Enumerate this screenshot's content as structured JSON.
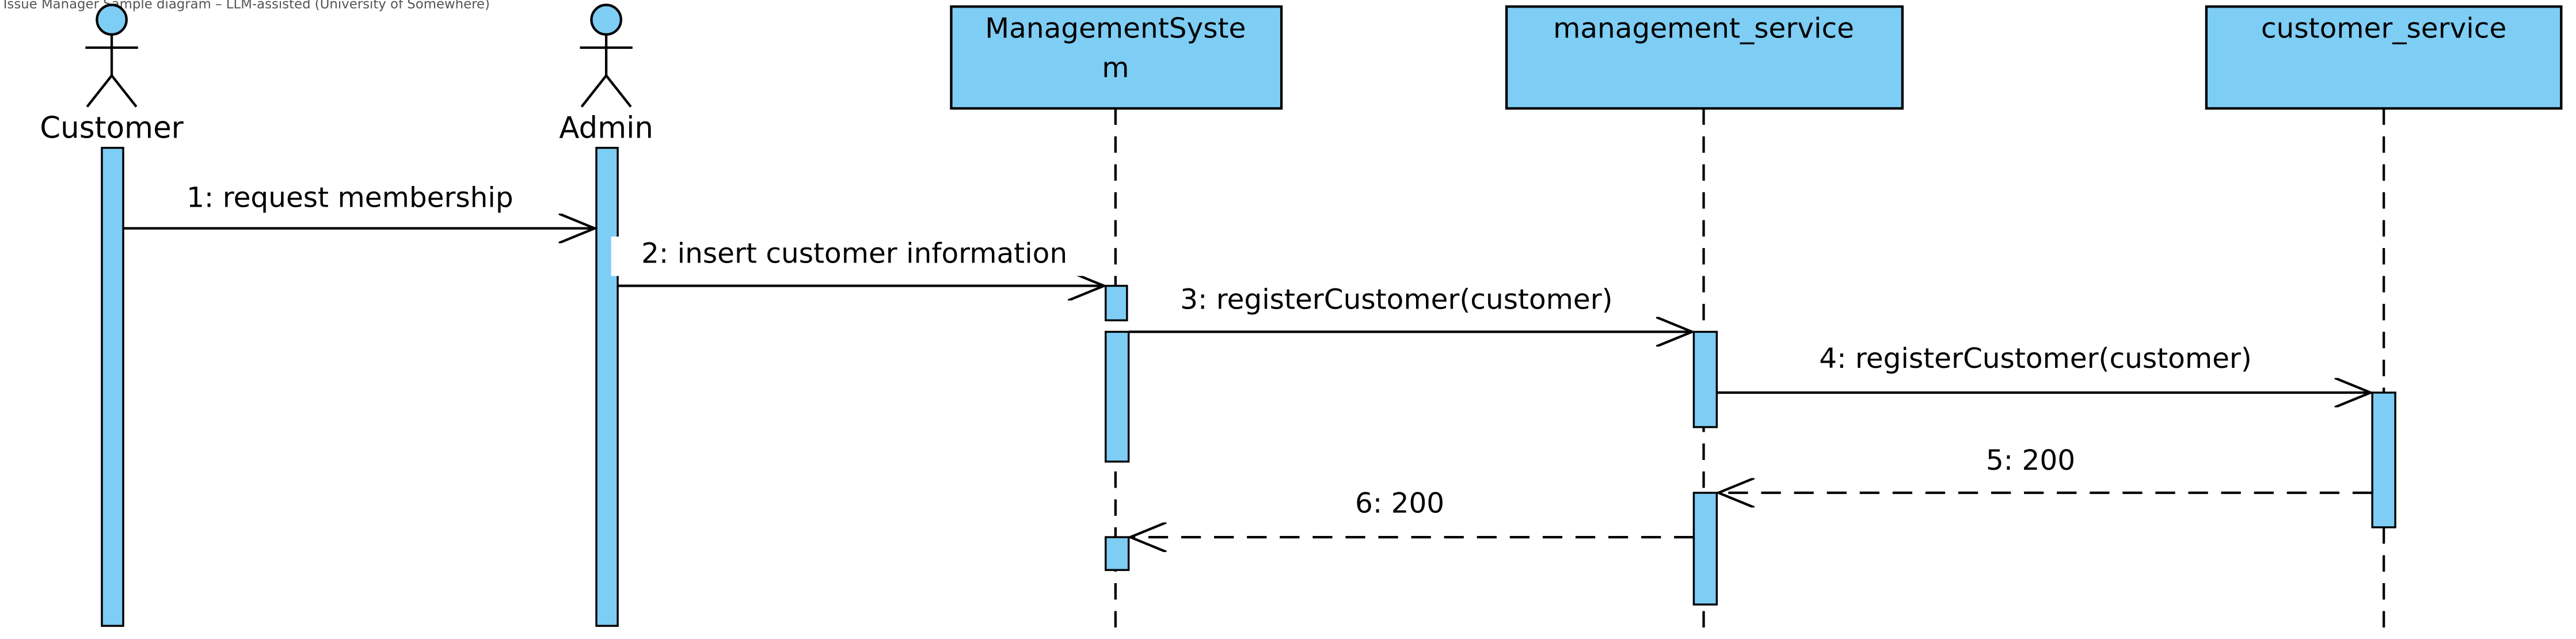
{
  "header_note": "Issue Manager Sample diagram – LLM-assisted (University of Somewhere)",
  "colors": {
    "fill": "#7ECDF4",
    "stroke": "#000000"
  },
  "actors": [
    {
      "name": "Customer"
    },
    {
      "name": "Admin"
    }
  ],
  "objects": [
    {
      "name_line1": "ManagementSyste",
      "name_line2": "m"
    },
    {
      "name_line1": "management_service",
      "name_line2": ""
    },
    {
      "name_line1": "customer_service",
      "name_line2": ""
    }
  ],
  "messages": [
    {
      "label": "1: request membership",
      "kind": "sync"
    },
    {
      "label": "2: insert customer information",
      "kind": "sync"
    },
    {
      "label": "3: registerCustomer(customer)",
      "kind": "sync"
    },
    {
      "label": "4: registerCustomer(customer)",
      "kind": "sync"
    },
    {
      "label": "5: 200",
      "kind": "return"
    },
    {
      "label": "6: 200",
      "kind": "return"
    }
  ]
}
